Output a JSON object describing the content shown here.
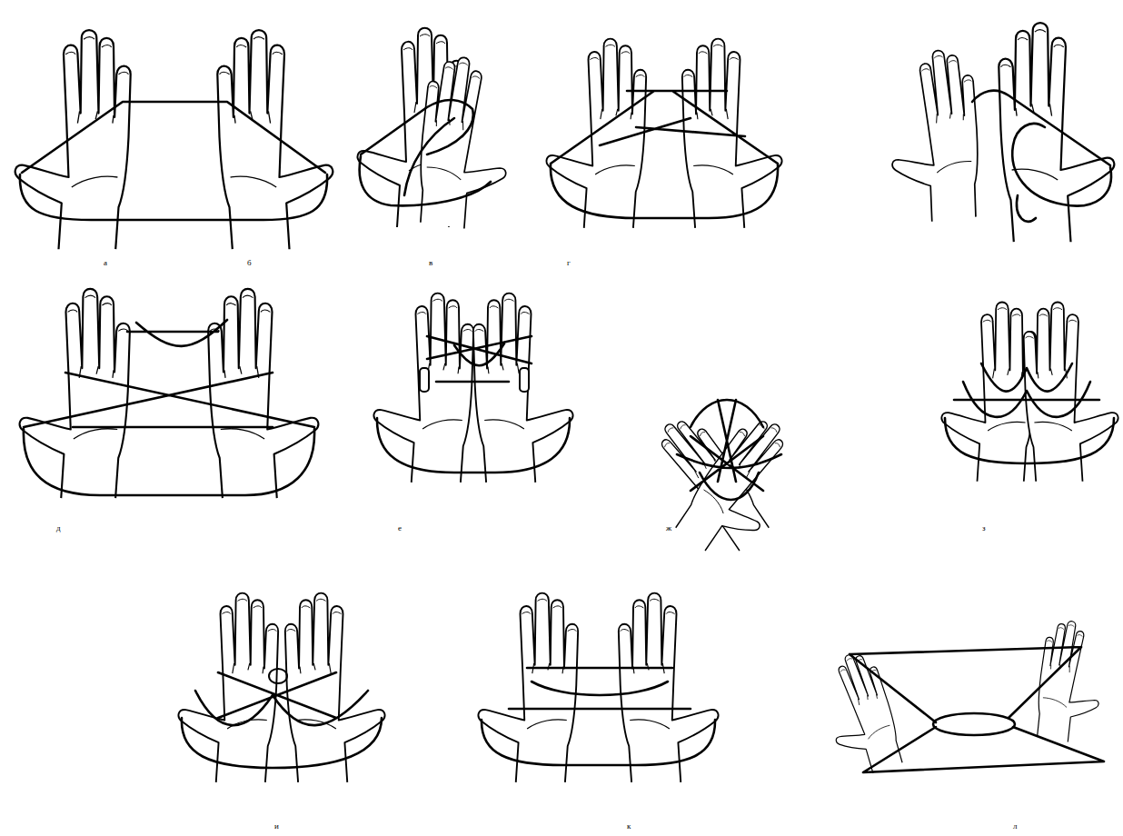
{
  "diagram": {
    "labels": [
      "а",
      "б",
      "в",
      "г",
      "д",
      "е",
      "ж",
      "з",
      "и",
      "к",
      "л"
    ]
  }
}
